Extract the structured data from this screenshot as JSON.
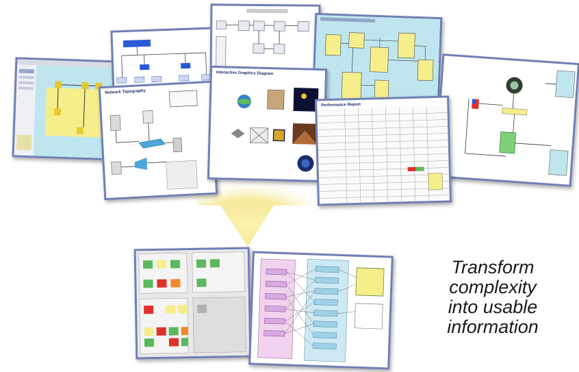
{
  "tagline": {
    "lines": [
      "Transform",
      "complexity",
      "into usable",
      "information"
    ]
  },
  "cards": {
    "network_topology": {
      "title": "Network Topography"
    },
    "interactive_graphics": {
      "title": "Interactive Graphics Diagram"
    },
    "table": {
      "title": "Performance Report"
    }
  },
  "colors": {
    "frame": "#6f7fb5",
    "arrow_glow": "#f3e27a",
    "yellow_box": "#f5ee8a",
    "cyan_bg": "#bfe6ef",
    "green_status": "#5cb85c",
    "red_status": "#e0302a",
    "orange_status": "#f08a2a",
    "pink_bg": "#f1d3ef",
    "teal_bg": "#cde9f3"
  }
}
